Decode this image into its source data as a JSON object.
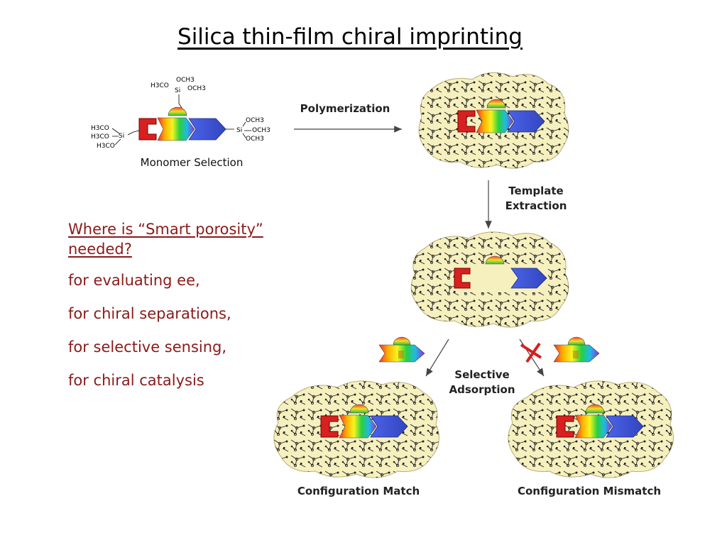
{
  "title": "Silica thin-film chiral imprinting",
  "question": "Where is “Smart porosity” needed?",
  "uses": [
    "for evaluating ee,",
    "for chiral separations,",
    "for selective sensing,",
    "for chiral catalysis"
  ],
  "diagram": {
    "step_monomer": "Monomer Selection",
    "step_polymerization": "Polymerization",
    "step_extraction_1": "Template",
    "step_extraction_2": "Extraction",
    "step_adsorption_1": "Selective",
    "step_adsorption_2": "Adsorption",
    "result_match": "Configuration Match",
    "result_mismatch": "Configuration Mismatch",
    "silane_left": [
      "H3CO",
      "H3CO",
      "H3CO"
    ],
    "silane_top": [
      "OCH3",
      "H3CO",
      "OCH3"
    ],
    "silane_right": [
      "OCH3",
      "OCH3",
      "OCH3"
    ],
    "si_label": "Si"
  },
  "colors": {
    "accent_text": "#8b1a1a",
    "silica_fill": "#f6f0bf",
    "template_red": "#d82020",
    "template_blue": "#3b5bd8",
    "reject_cross": "#d81e1e"
  }
}
